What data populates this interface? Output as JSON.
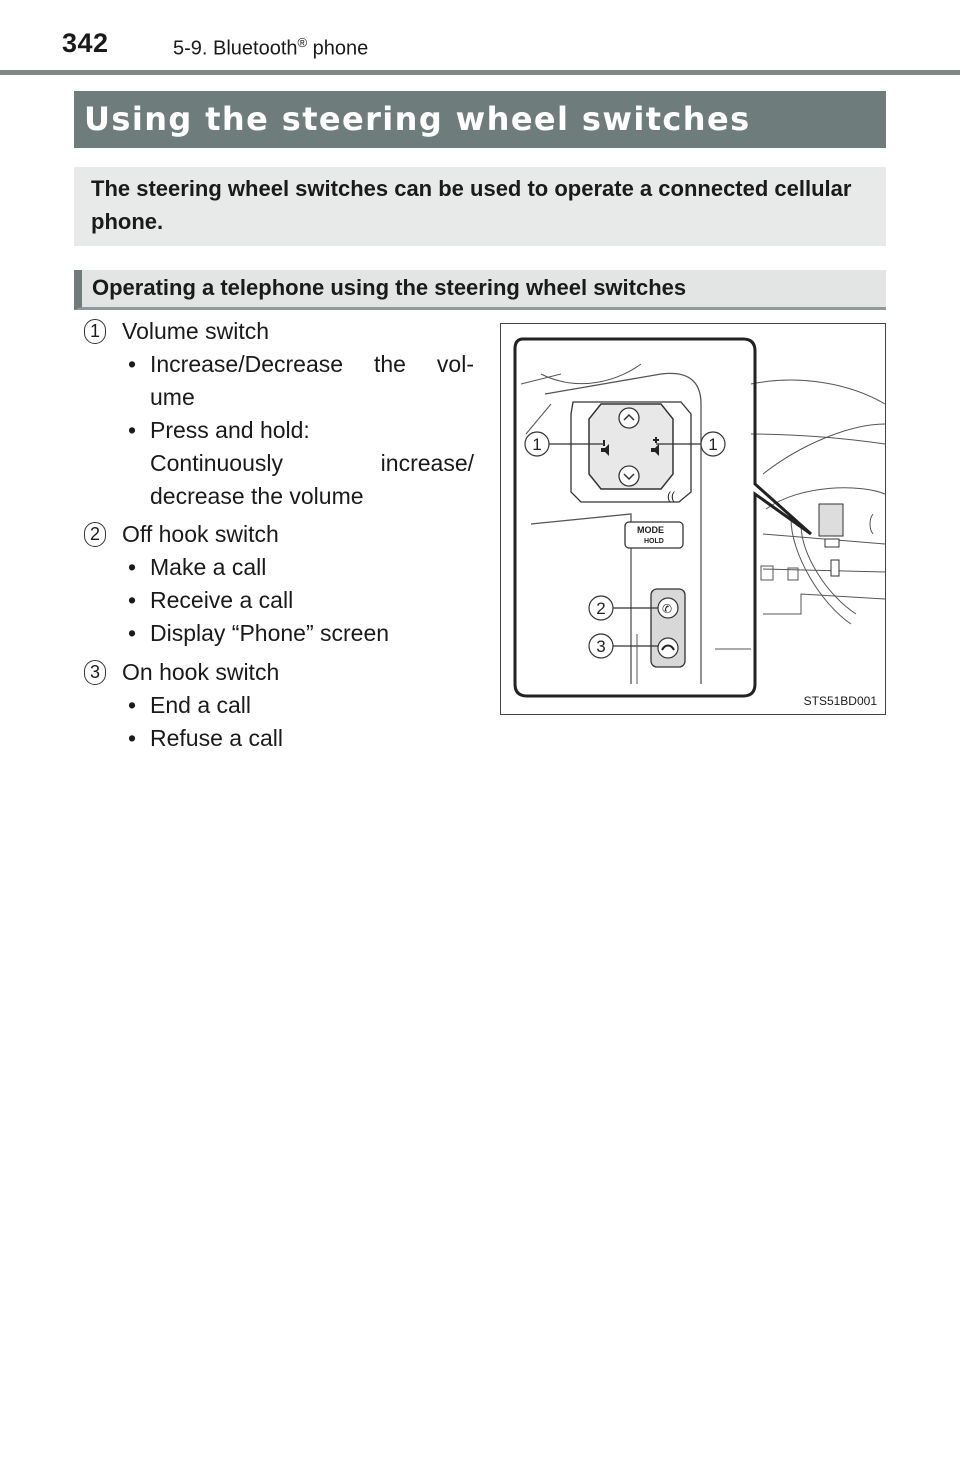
{
  "header": {
    "page_number": "342",
    "section": "5-9. Bluetooth",
    "section_mark": "®",
    "section_suffix": " phone"
  },
  "title": "Using the steering wheel switches",
  "intro": "The steering wheel switches can be used to operate a connected cellular phone.",
  "subheading": "Operating a telephone using the steering wheel switches",
  "items": [
    {
      "number": "1",
      "title": "Volume switch",
      "bullets": [
        "Increase/Decrease the vol- ume",
        "Press and hold:",
        "Continuously increase/",
        "decrease the volume"
      ]
    },
    {
      "number": "2",
      "title": "Off hook switch",
      "bullets": [
        "Make a call",
        "Receive a call",
        "Display “Phone” screen"
      ]
    },
    {
      "number": "3",
      "title": "On hook switch",
      "bullets": [
        "End a call",
        "Refuse a call"
      ]
    }
  ],
  "figure": {
    "code": "STS51BD001",
    "callouts": [
      "1",
      "1",
      "2",
      "3"
    ],
    "mode_label": "MODE",
    "hold_label": "HOLD"
  }
}
